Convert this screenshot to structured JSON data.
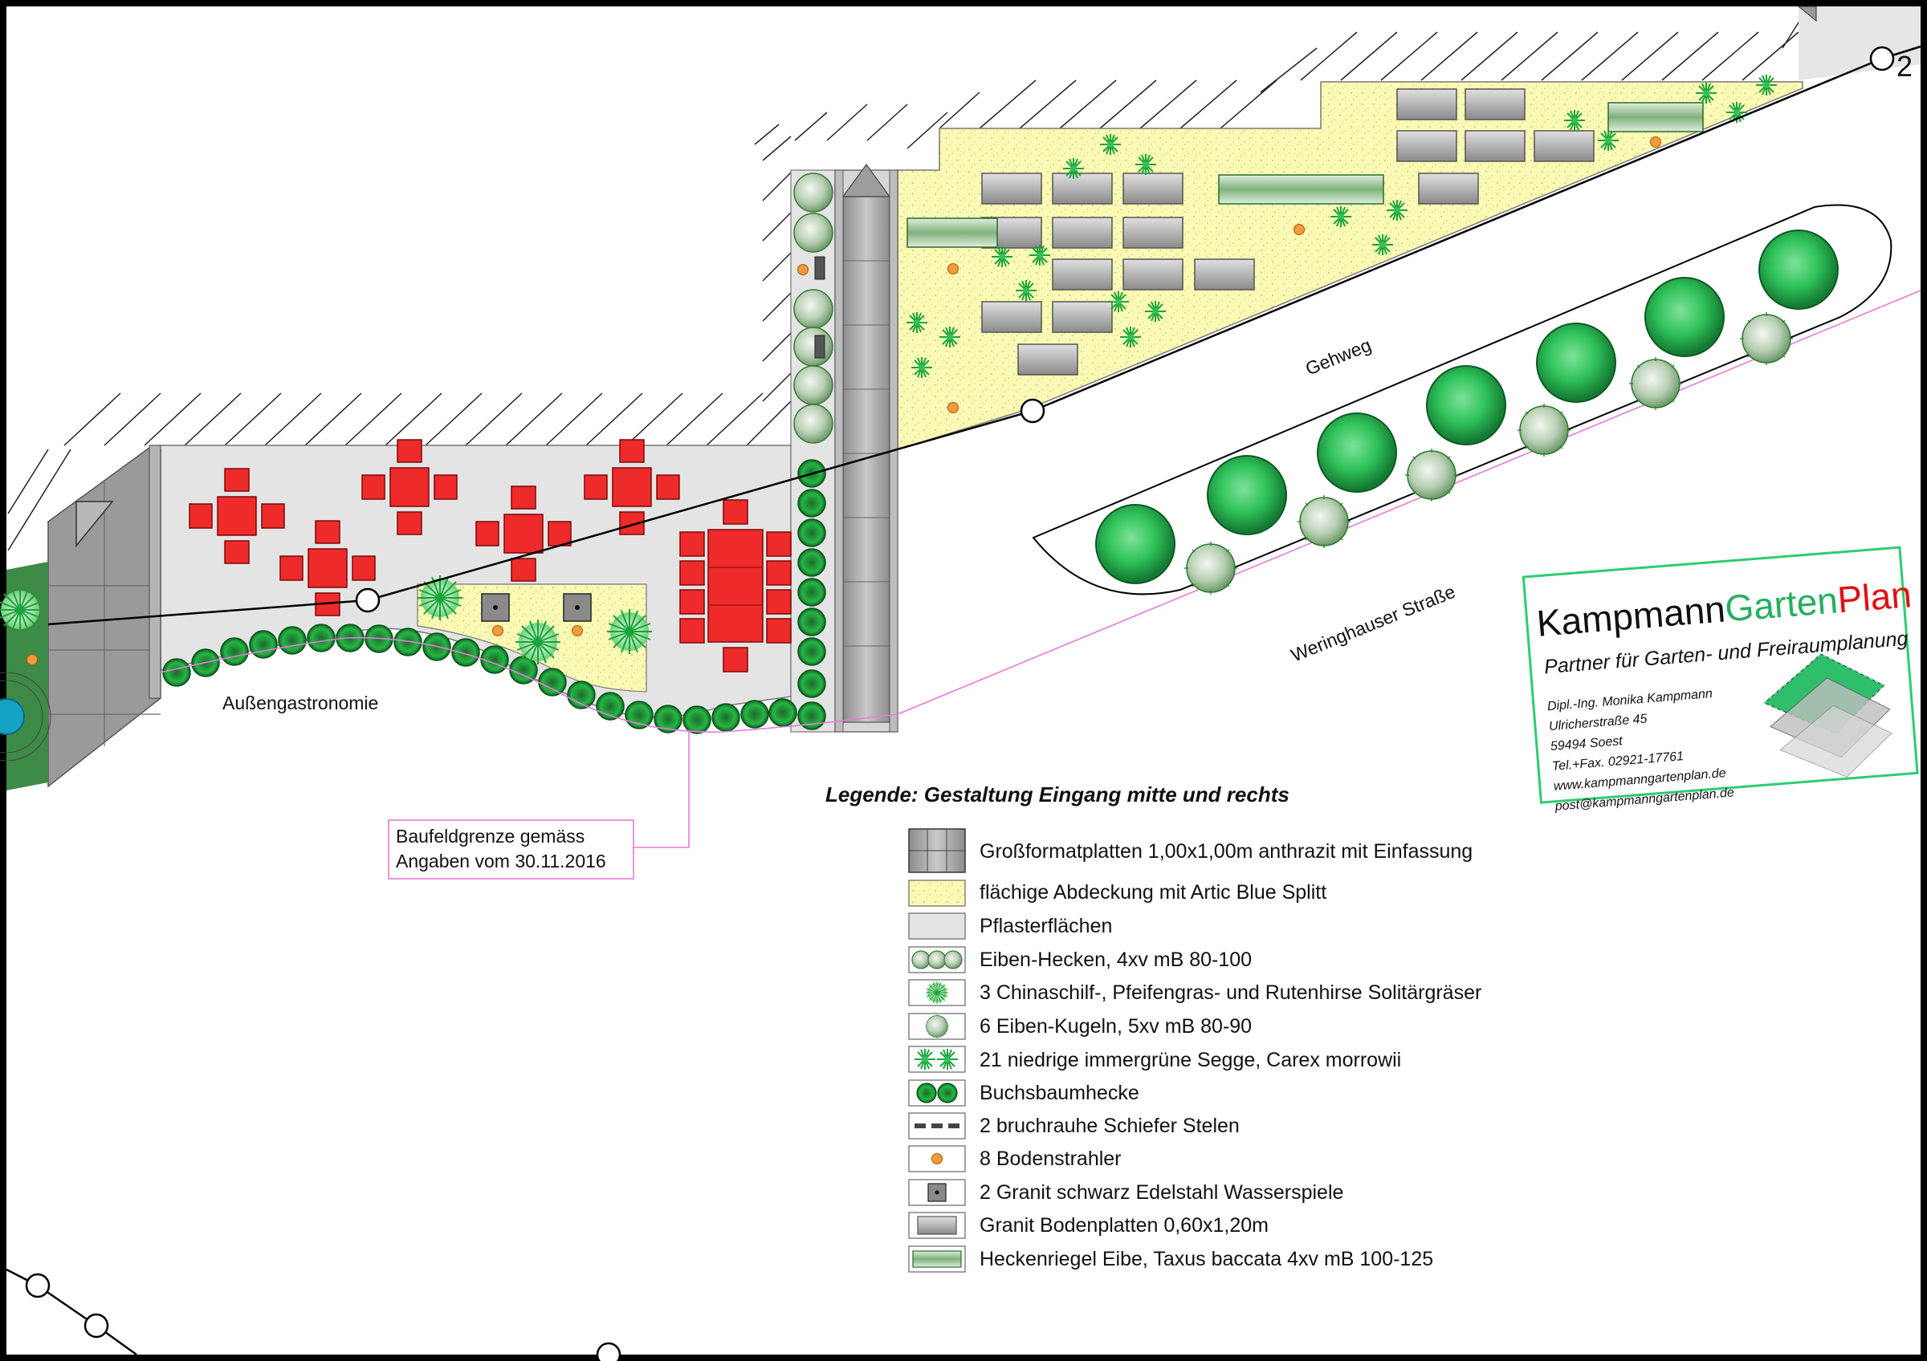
{
  "labels": {
    "aussengastronomie": "Außengastronomie",
    "gehweg": "Gehweg",
    "strasse": "Weringhauser Straße",
    "baufeld_line1": "Baufeldgrenze gemäss",
    "baufeld_line2": "Angaben vom 30.11.2016",
    "corner_mark": "2"
  },
  "logo": {
    "name_part1": "Kampmann",
    "name_part2": "Garten",
    "name_part3": "Plan",
    "tagline": "Partner für Garten- und Freiraumplanung",
    "address": [
      "Dipl.-Ing. Monika Kampmann",
      "Ulricherstraße 45",
      "59494 Soest",
      "Tel.+Fax. 02921-17761",
      "www.kampmanngartenplan.de",
      "post@kampmanngartenplan.de"
    ]
  },
  "legend": {
    "title": "Legende: Gestaltung Eingang mitte und rechts",
    "items": [
      {
        "symbol": "large-plates",
        "label": "Großformatplatten 1,00x1,00m anthrazit mit Einfassung"
      },
      {
        "symbol": "gravel",
        "label": "flächige Abdeckung mit Artic Blue Splitt"
      },
      {
        "symbol": "paving",
        "label": "Pflasterflächen"
      },
      {
        "symbol": "yew-hedge",
        "label": "Eiben-Hecken, 4xv mB 80-100"
      },
      {
        "symbol": "grass",
        "label": "3 Chinaschilf-, Pfeifengras- und Rutenhirse Solitärgräser"
      },
      {
        "symbol": "yew-ball",
        "label": "6 Eiben-Kugeln, 5xv mB 80-90"
      },
      {
        "symbol": "sedge",
        "label": "21 niedrige immergrüne Segge, Carex morrowii"
      },
      {
        "symbol": "box-hedge",
        "label": "Buchsbaumhecke"
      },
      {
        "symbol": "slate-steles",
        "label": "2 bruchrauhe Schiefer Stelen"
      },
      {
        "symbol": "ground-light",
        "label": "8 Bodenstrahler"
      },
      {
        "symbol": "water-feature",
        "label": "2 Granit schwarz Edelstahl Wasserspiele"
      },
      {
        "symbol": "granite-plates",
        "label": "Granit Bodenplatten 0,60x1,20m"
      },
      {
        "symbol": "hedge-bar",
        "label": "Heckenriegel Eibe, Taxus baccata 4xv mB 100-125"
      }
    ]
  },
  "colors": {
    "gravel": "#fafab4",
    "paving": "#e8e8e8",
    "furniture_red": "#ee2a2a",
    "box_green": "#1e9e3e",
    "yew_grey": "#c6d6c2",
    "light_orange": "#f39a3a",
    "logo_border": "#2ecc71",
    "boundary_pink": "#e87ad8"
  }
}
